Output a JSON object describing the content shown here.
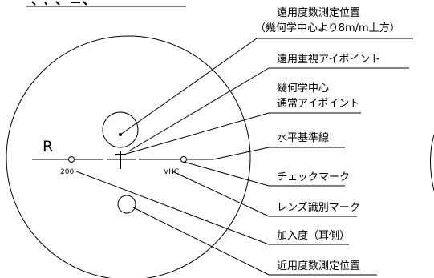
{
  "diagram": {
    "side_label": "R",
    "addition_value": "200",
    "lens_code": "VHC",
    "callouts": {
      "far_measure_line1": "遠用度数測定位置",
      "far_measure_line2": "（幾何学中心より8m/m上方）",
      "far_eyepoint": "遠用重視アイポイント",
      "geo_center_line1": "幾何学中心",
      "geo_center_line2": "通常アイポイント",
      "horizontal_line": "水平基準線",
      "check_mark": "チェックマーク",
      "lens_id_mark": "レンズ識別マーク",
      "addition": "加入度（耳側）",
      "near_measure": "近用度数測定位置"
    }
  }
}
